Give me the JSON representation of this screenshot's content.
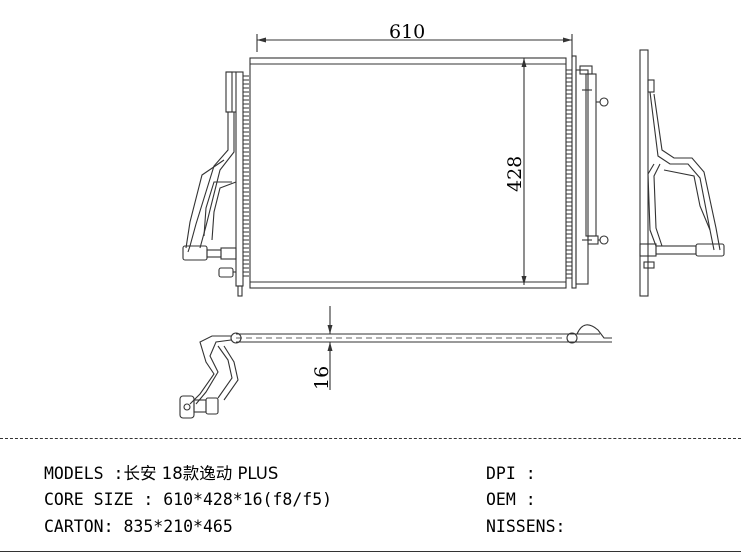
{
  "diagram": {
    "width_label": "610",
    "height_label": "428",
    "thickness_label": "16"
  },
  "info": {
    "models_label": "MODELS :",
    "models_value": "长安 18款逸动 PLUS",
    "core_label": "CORE SIZE : ",
    "core_value": "610*428*16(f8/f5)",
    "carton_label": "CARTON: ",
    "carton_value": "835*210*465",
    "dpi_label": "DPI :",
    "dpi_value": "",
    "oem_label": "OEM :",
    "oem_value": "",
    "nissens_label": "NISSENS:",
    "nissens_value": ""
  }
}
